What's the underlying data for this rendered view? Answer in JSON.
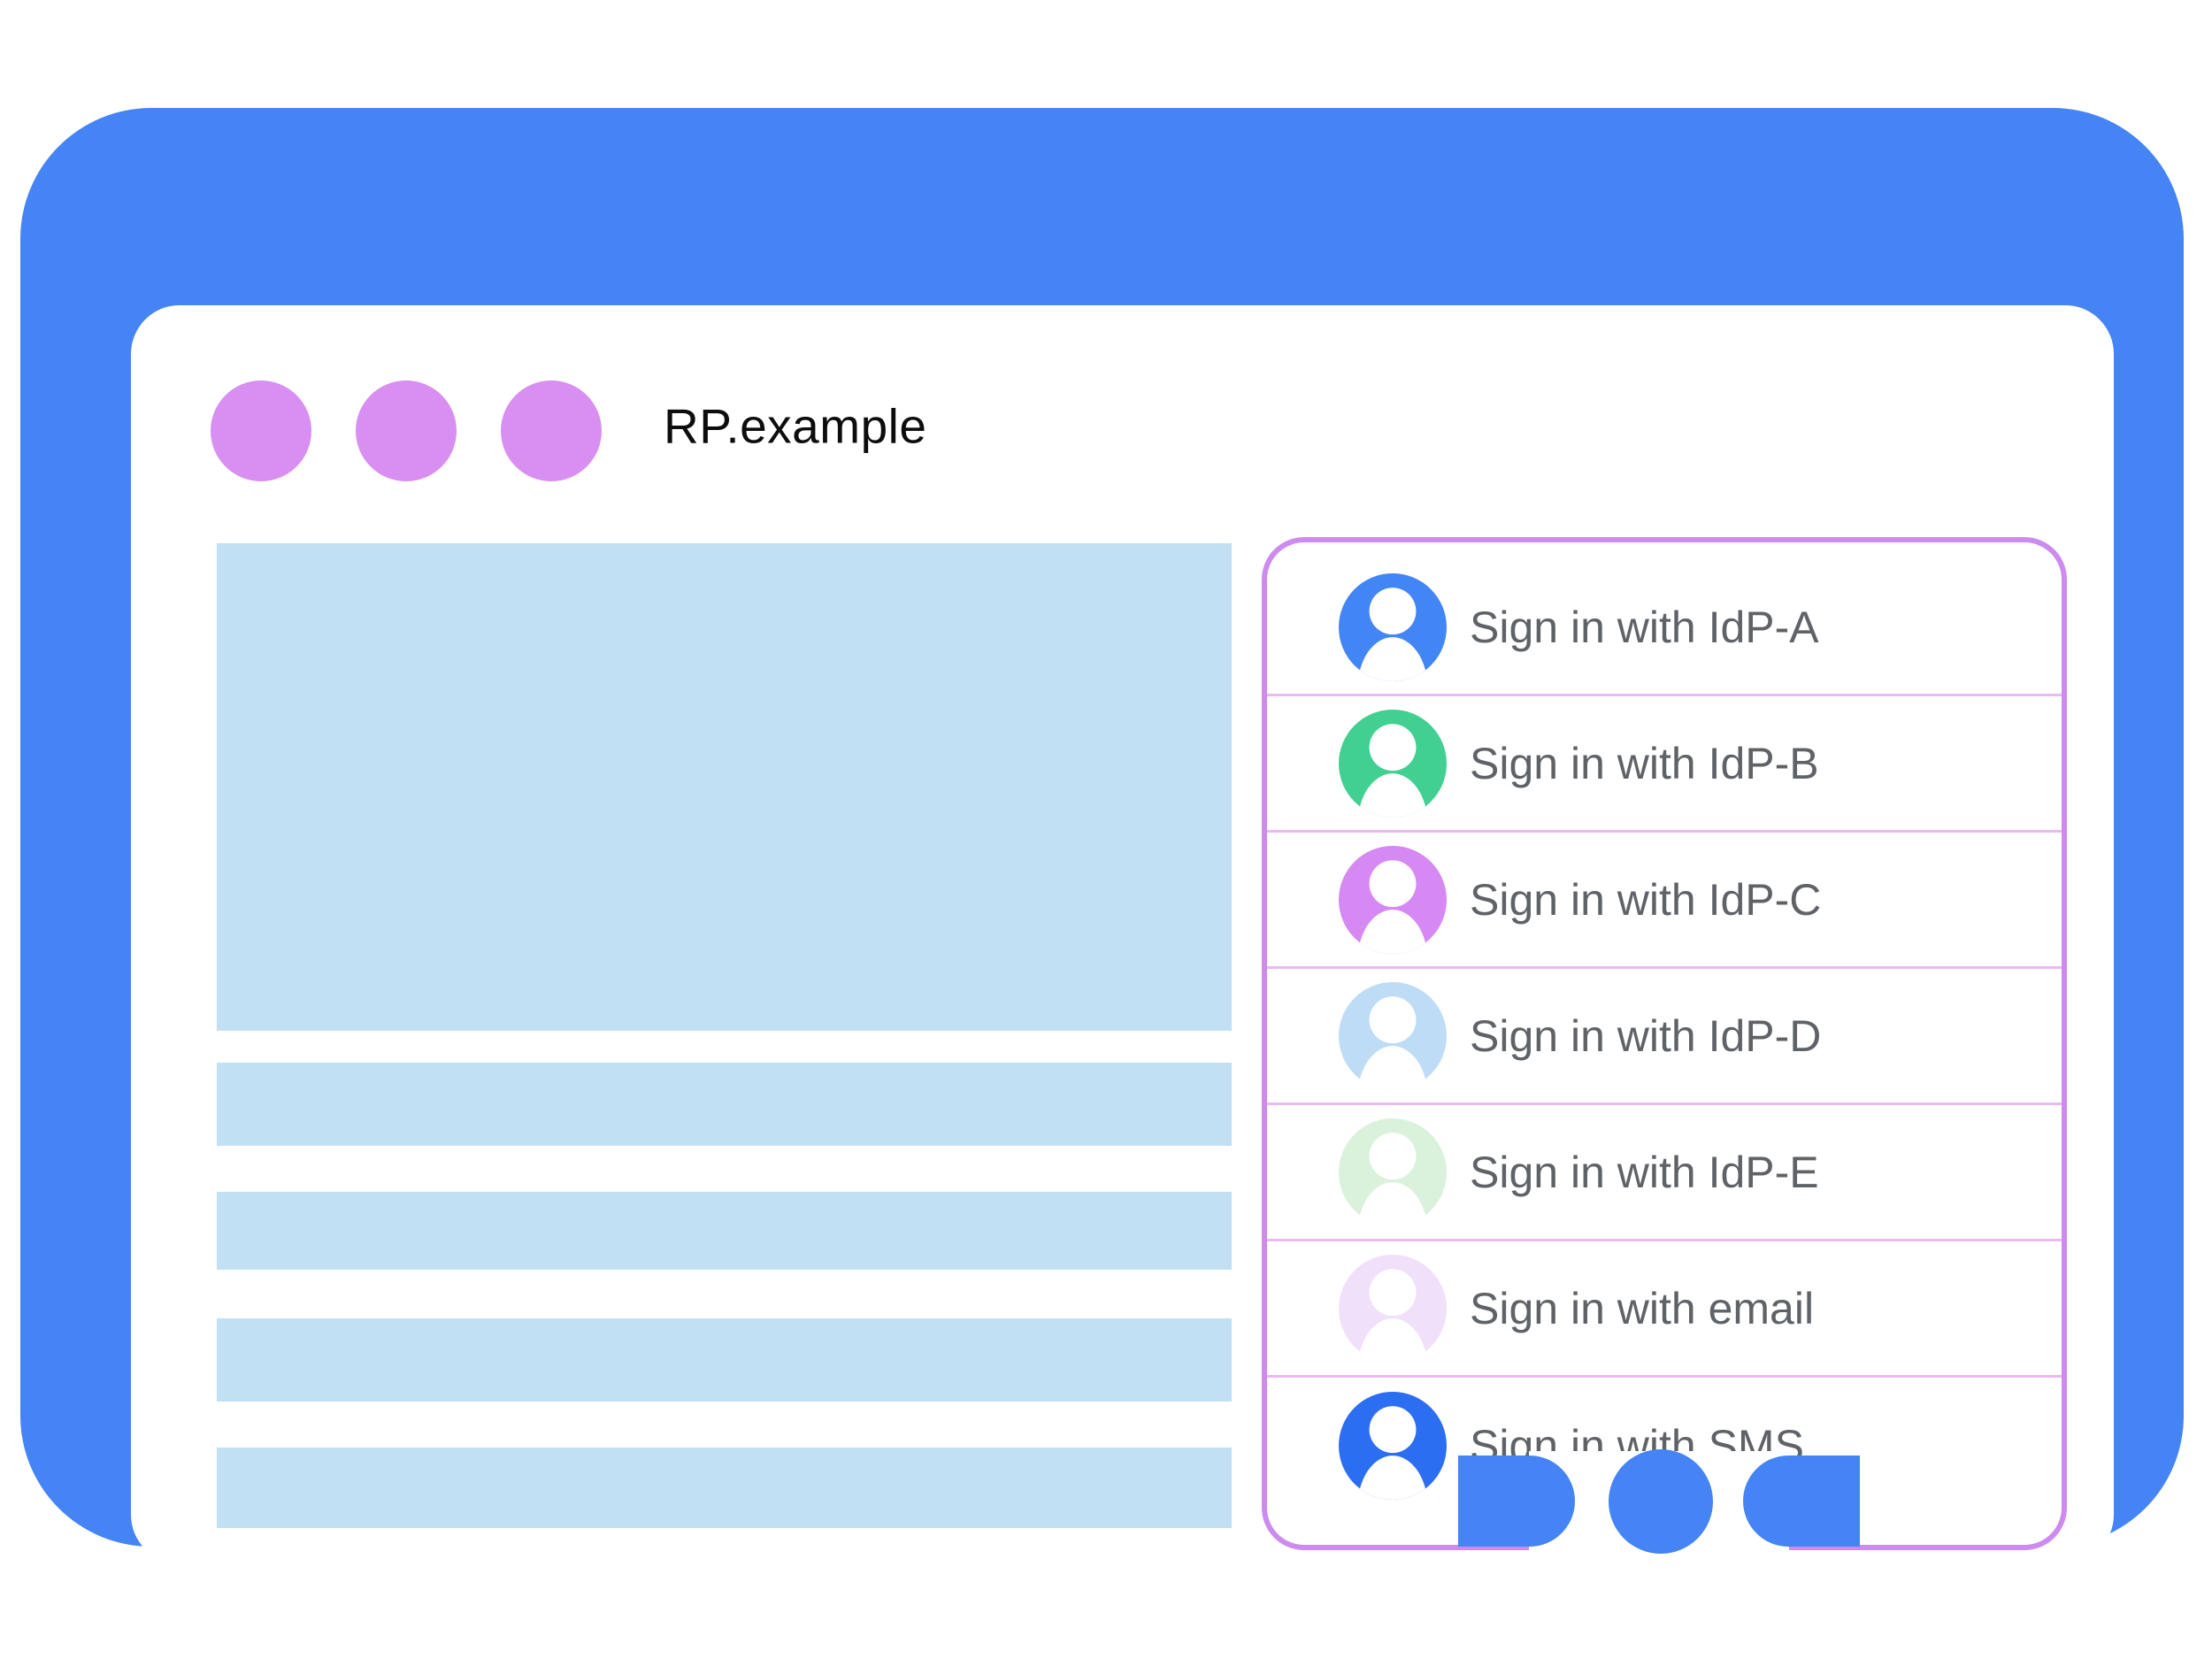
{
  "window": {
    "title": "RP.example"
  },
  "colors": {
    "frame": "#4584f4",
    "window_dot": "#d88ff1",
    "placeholder": "#c2e0f4",
    "panel_border": "#cd8bef",
    "panel_divider": "#eab9f4",
    "label_text": "#5f6368",
    "title_text": "#0d0d0d",
    "home_button": "#4584f4"
  },
  "signin_panel": {
    "items": [
      {
        "id": "idp-a",
        "label": "Sign in with IdP-A",
        "color": "#4285f4"
      },
      {
        "id": "idp-b",
        "label": "Sign in with IdP-B",
        "color": "#42d092"
      },
      {
        "id": "idp-c",
        "label": "Sign in with IdP-C",
        "color": "#d689f2"
      },
      {
        "id": "idp-d",
        "label": "Sign in with IdP-D",
        "color": "#bedcf5"
      },
      {
        "id": "idp-e",
        "label": "Sign in with IdP-E",
        "color": "#daf2dc"
      },
      {
        "id": "email",
        "label": "Sign in with email",
        "color": "#f1e0f9"
      },
      {
        "id": "sms",
        "label": "Sign in with SMS",
        "color": "#2b6ef1"
      }
    ]
  }
}
